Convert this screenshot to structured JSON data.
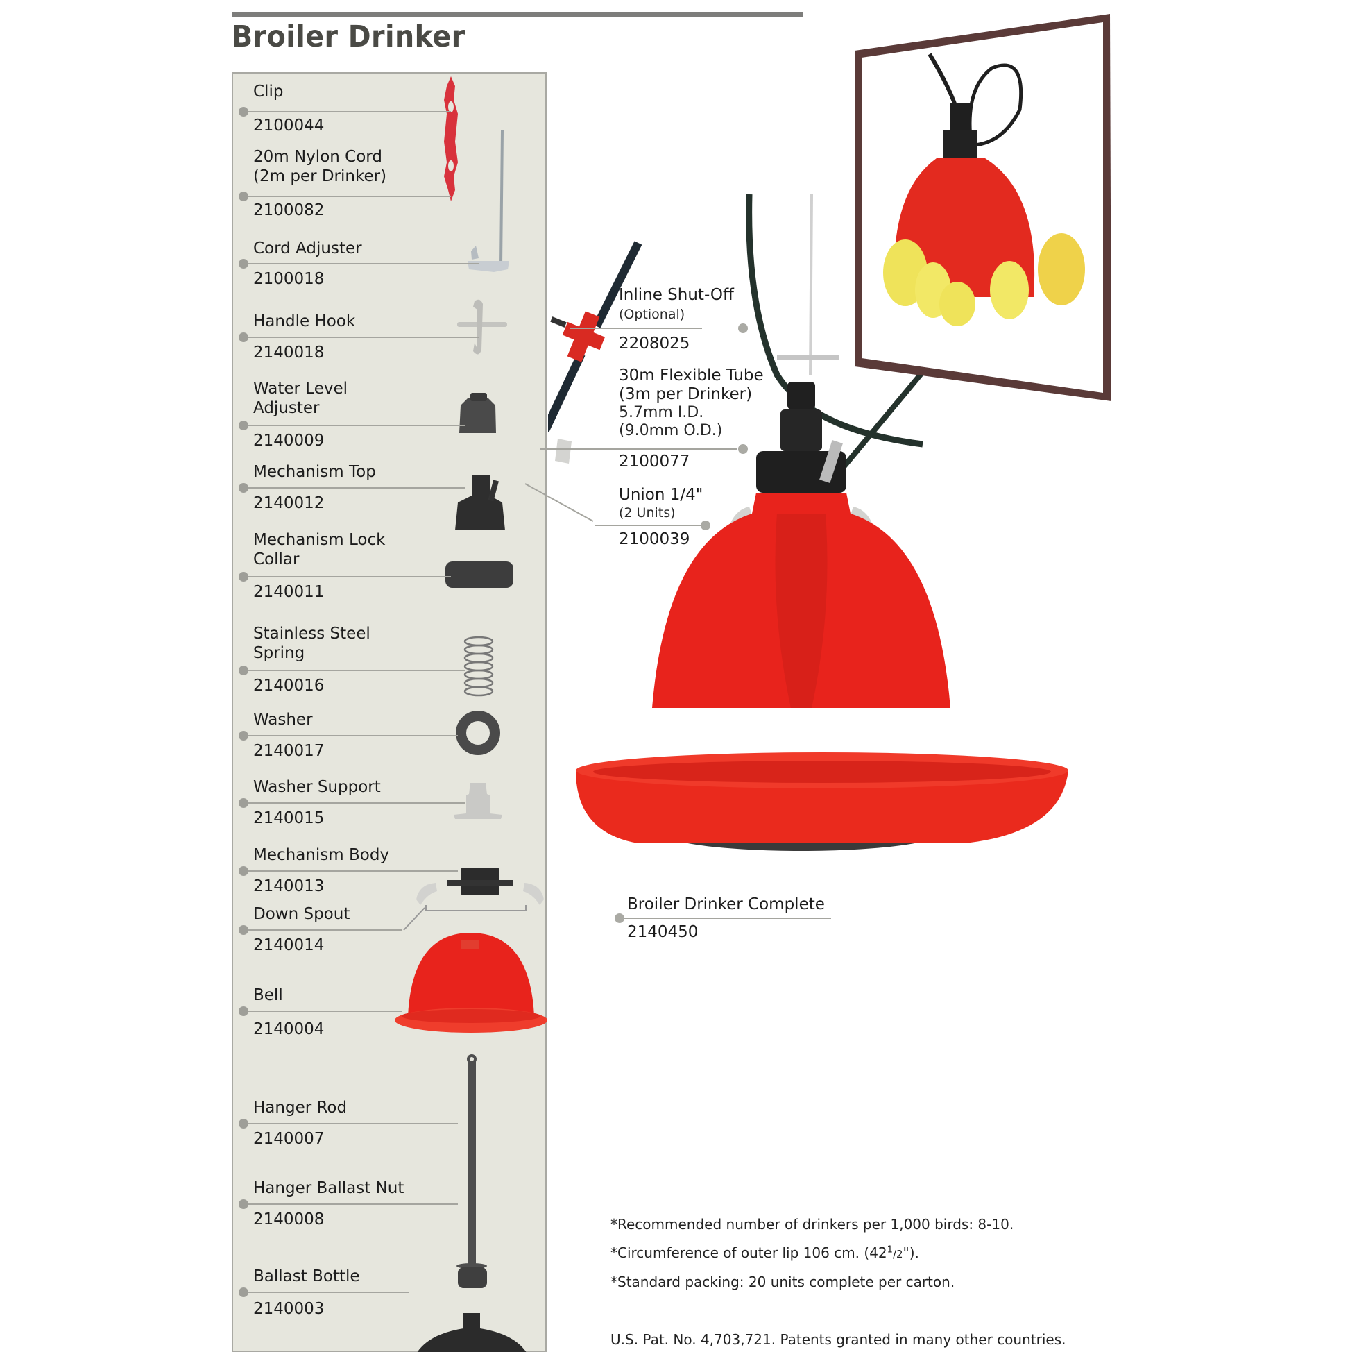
{
  "header": {
    "title": "Broiler Drinker"
  },
  "parts": [
    {
      "name": "Clip",
      "code": "2100044"
    },
    {
      "name": "20m Nylon Cord\n(2m per Drinker)",
      "name_line1": "20m Nylon Cord",
      "name_line2": "(2m per Drinker)",
      "code": "2100082"
    },
    {
      "name": "Cord Adjuster",
      "code": "2100018"
    },
    {
      "name": "Handle Hook",
      "code": "2140018"
    },
    {
      "name_line1": "Water Level",
      "name_line2": "Adjuster",
      "code": "2140009"
    },
    {
      "name": "Mechanism Top",
      "code": "2140012"
    },
    {
      "name_line1": "Mechanism Lock",
      "name_line2": "Collar",
      "code": "2140011"
    },
    {
      "name_line1": "Stainless Steel",
      "name_line2": "Spring",
      "code": "2140016"
    },
    {
      "name": "Washer",
      "code": "2140017"
    },
    {
      "name": "Washer Support",
      "code": "2140015"
    },
    {
      "name": "Mechanism Body",
      "code": "2140013"
    },
    {
      "name": "Down Spout",
      "code": "2140014"
    },
    {
      "name": "Bell",
      "code": "2140004"
    },
    {
      "name": "Hanger Rod",
      "code": "2140007"
    },
    {
      "name": "Hanger Ballast Nut",
      "code": "2140008"
    },
    {
      "name": "Ballast Bottle",
      "code": "2140003"
    }
  ],
  "callouts": {
    "inline_shutoff": {
      "name": "Inline Shut-Off",
      "sub": "(Optional)",
      "code": "2208025"
    },
    "flexible_tube": {
      "name_line1": "30m Flexible Tube",
      "name_line2": "(3m per Drinker)",
      "spec_line1": "5.7mm I.D.",
      "spec_line2": "(9.0mm O.D.)",
      "code": "2100077"
    },
    "union": {
      "name": "Union 1/4\"",
      "sub": "(2 Units)",
      "code": "2100039"
    },
    "complete": {
      "name": "Broiler Drinker Complete",
      "code": "2140450"
    }
  },
  "notes": {
    "recommended": "*Recommended number of drinkers per 1,000 birds: 8-10.",
    "circumference_prefix": "*Circumference of outer lip 106 cm. (42",
    "circumference_num": "1",
    "circumference_den": "/2",
    "circumference_suffix": "\").",
    "packing": "*Standard packing: 20 units complete per carton.",
    "patent": "U.S. Pat. No. 4,703,721. Patents granted in many other countries."
  },
  "colors": {
    "bell_red": "#e8231c",
    "panel_bg": "#e6e6dd",
    "rule_gray": "#7d7d7b",
    "title_gray": "#4a4a45",
    "frame_brown": "#5a3a38"
  }
}
